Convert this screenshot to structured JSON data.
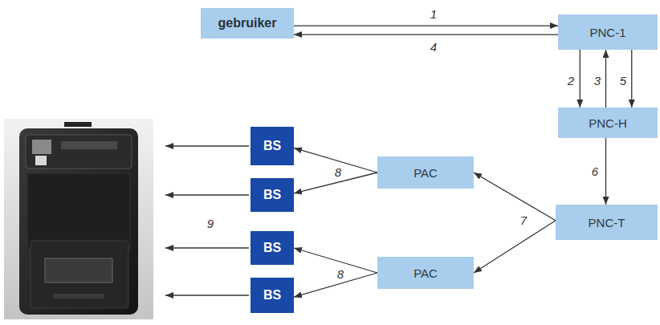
{
  "diagram": {
    "nodes": [
      {
        "text": [
          "gebruiker"
        ]
      },
      {
        "text": [
          "PNC-1"
        ]
      },
      {
        "text": [
          "PNC-H"
        ]
      },
      {
        "text": [
          "PNC-T"
        ]
      },
      {
        "text": [
          "PAC"
        ]
      },
      {
        "text": [
          "PAC"
        ]
      },
      {
        "text": [
          "BS"
        ]
      },
      {
        "text": [
          "BS"
        ]
      },
      {
        "text": [
          "BS"
        ]
      },
      {
        "text": [
          "BS"
        ]
      }
    ],
    "edges": [
      {
        "from": 0,
        "to": 1,
        "label": "1",
        "arrow": "to"
      },
      {
        "from": 1,
        "to": 0,
        "label": "4",
        "arrow": "to"
      },
      {
        "from": 1,
        "to": 2,
        "label": "2",
        "arrow": "to"
      },
      {
        "from": 2,
        "to": 1,
        "label": "3",
        "arrow": "to"
      },
      {
        "from": 1,
        "to": 2,
        "label": "5",
        "arrow": "to"
      },
      {
        "from": 2,
        "to": 3,
        "label": "6",
        "arrow": "to"
      },
      {
        "from": 3,
        "to": 4,
        "label": "7",
        "arrow": "to"
      },
      {
        "from": 3,
        "to": 5,
        "arrow": "to"
      },
      {
        "from": 4,
        "to": 6,
        "label": "8",
        "arrow": "to"
      },
      {
        "from": 4,
        "to": 7,
        "arrow": "to"
      },
      {
        "from": 5,
        "to": 8,
        "label": "8",
        "arrow": "to"
      },
      {
        "from": 5,
        "to": 9,
        "arrow": "to"
      }
    ],
    "labels": [
      "9"
    ]
  }
}
